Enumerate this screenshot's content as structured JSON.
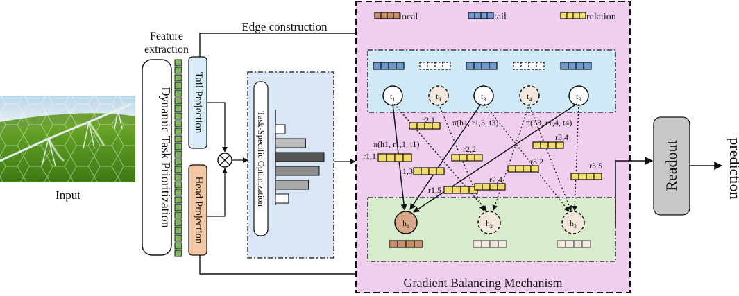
{
  "input": {
    "label": "Input"
  },
  "feature_extraction": {
    "line1": "Feature",
    "line2": "extraction"
  },
  "prioritization": {
    "label": "Dynamic Task Prioritization"
  },
  "projections": {
    "tail": "Tail Projection",
    "head": "Head Projection"
  },
  "edge_construction": {
    "label": "Edge construction"
  },
  "optimization": {
    "label": "Task-Specific Optimization",
    "bars": [
      0.2,
      0.62,
      1.0,
      0.9,
      0.68,
      0.27
    ]
  },
  "legend": {
    "local": "local",
    "tail": "tail",
    "relation": "relation"
  },
  "tail_nodes": [
    {
      "base": "t",
      "sub": "1",
      "dashed": false
    },
    {
      "base": "t",
      "sub": "3",
      "dashed": true
    },
    {
      "base": "t",
      "sub": "3",
      "dashed": false
    },
    {
      "base": "t",
      "sub": "4",
      "dashed": true
    },
    {
      "base": "t",
      "sub": "3",
      "dashed": false
    }
  ],
  "head_nodes": [
    {
      "base": "h",
      "sub": "1",
      "dashed": false
    },
    {
      "base": "h",
      "sub": "2",
      "dashed": true
    },
    {
      "base": "h",
      "sub": "3",
      "dashed": true
    }
  ],
  "relation_labels": {
    "r21": "r2,1",
    "r11": "r1,1",
    "r22": "r2,2",
    "r13": "r1,3",
    "r15": "r1,5",
    "r24": "r2,4",
    "r34": "r3,4",
    "r32": "r3,2",
    "r35": "r3,5"
  },
  "pi_labels": {
    "a": "π(h1, r1,1, t1)",
    "b": "π(h1, r1,3, t3)",
    "c": "π(h3, r1,4, t4)"
  },
  "gradient": {
    "label": "Gradient Balancing Mechanism"
  },
  "readout": {
    "label": "Readout"
  },
  "prediction": {
    "label": "prediction"
  },
  "colors": {
    "local": "#c98c62",
    "tail": "#6f9bd3",
    "relation": "#f2dc6c",
    "graph_bg": "#f0cfee",
    "tail_panel": "#cfe9f7",
    "head_panel": "#d6eccd",
    "opt_panel": "#d8e6f5",
    "proj_tail": "#d9ecf9",
    "proj_head": "#f5c8a4",
    "feature": "#7cb85f",
    "readout": "#c8c8c8",
    "h1_fill": "#d8a78a",
    "light_node": "#f3e6da"
  }
}
